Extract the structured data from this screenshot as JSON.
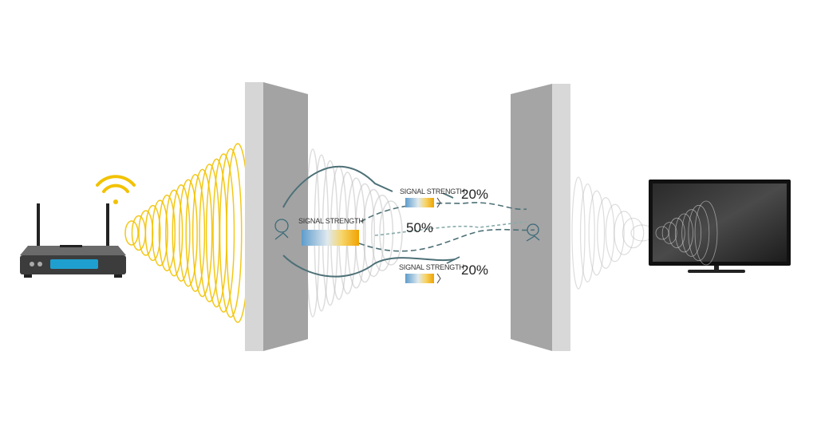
{
  "colors": {
    "wave_yellow": "#f2c200",
    "wall_gray": "#9e9e9e",
    "arrow_teal": "#3f6b74",
    "bar_blue": "#6aa6cf",
    "bar_orange": "#f0a800"
  },
  "icons": [
    "router-icon",
    "wifi-icon",
    "tv-icon",
    "signal-person-icon"
  ],
  "labels": {
    "center": {
      "title": "SIGNAL STRENGTH",
      "percent": "50%"
    },
    "top": {
      "title": "SIGNAL STRENGTH",
      "percent": "20%"
    },
    "bottom": {
      "title": "SIGNAL STRENGTH",
      "percent": "20%"
    }
  }
}
